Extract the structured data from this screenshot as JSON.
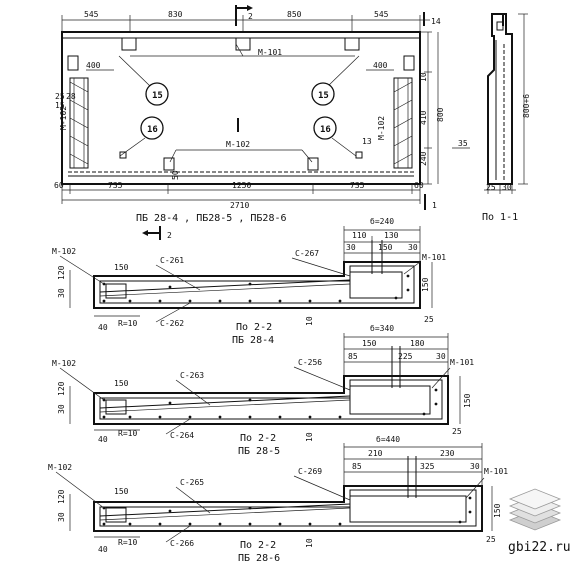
{
  "watermark": "gbi22.ru",
  "main_view": {
    "top_dims": [
      "545",
      "830",
      "850",
      "545"
    ],
    "overall_length": "2710",
    "bottom_dims": [
      "60",
      "735",
      "1250",
      "735",
      "60"
    ],
    "right_dims": [
      "10",
      "410",
      "800",
      "240"
    ],
    "right_mark_14": "14",
    "right_mark_35": "35",
    "mark_m101_top": "М-101",
    "mark_m102_center": "М-102",
    "mark_m102_left": "М-102",
    "mark_m102_right": "М-102",
    "dim_400_left": "400",
    "dim_400_right": "400",
    "dim_25_left": "25",
    "dim_15_left": "15",
    "dim_28_left": "28",
    "dim_50": "50",
    "dim_13": "13",
    "circle_15": "15",
    "circle_16": "16",
    "title": "ПБ 28-4 , ПБ28-5 , ПБ28-6",
    "section_mark_top": "2",
    "section_mark_bottom": "2",
    "section_mark_right": "1"
  },
  "side_view": {
    "height_label": "800+6",
    "bottom_dims": [
      "25",
      "30"
    ],
    "title": "По 1-1"
  },
  "section_a": {
    "b_label": "б=240",
    "top_dims": [
      "110",
      "130"
    ],
    "sub_dims": [
      "30",
      "150",
      "30"
    ],
    "dims_left": [
      "150",
      "30",
      "120"
    ],
    "c_top": "С-261",
    "c_bottom": "С-262",
    "c_right": "С-267",
    "m_left": "М-102",
    "m_right": "М-101",
    "dim_150_right": "150",
    "dim_25": "25",
    "dim_40": "40",
    "dim_10": "10",
    "radius": "R=10",
    "title_1": "По 2-2",
    "title_2": "ПБ 28-4"
  },
  "section_b": {
    "b_label": "б=340",
    "top_dims": [
      "150",
      "180"
    ],
    "sub_dims": [
      "85",
      "225",
      "30"
    ],
    "dims_left": [
      "150",
      "30",
      "120"
    ],
    "c_top": "С-263",
    "c_bottom": "С-264",
    "c_right": "С-256",
    "m_left": "М-102",
    "m_right": "М-101",
    "dim_150_right": "150",
    "dim_25": "25",
    "dim_40": "40",
    "dim_10": "10",
    "radius": "R=10",
    "title_1": "По 2-2",
    "title_2": "ПБ 28-5"
  },
  "section_c": {
    "b_label": "б=440",
    "top_dims": [
      "210",
      "230"
    ],
    "sub_dims": [
      "85",
      "325",
      "30"
    ],
    "dims_left": [
      "150",
      "30",
      "120"
    ],
    "c_top": "С-265",
    "c_bottom": "С-266",
    "c_right": "С-269",
    "m_left": "М-102",
    "m_right": "М-101",
    "dim_150_right": "150",
    "dim_25": "25",
    "dim_40": "40",
    "dim_10": "10",
    "radius": "R=10",
    "title_1": "По 2-2",
    "title_2": "ПБ 28-6"
  }
}
